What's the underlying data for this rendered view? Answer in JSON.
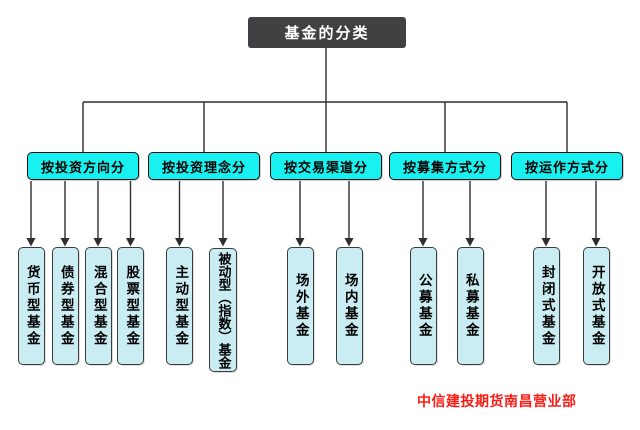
{
  "root": {
    "label": "基金的分类"
  },
  "branches": [
    {
      "label": "按投资方向分",
      "children": [
        {
          "label": "货币型基金"
        },
        {
          "label": "债券型基金"
        },
        {
          "label": "混合型基金"
        },
        {
          "label": "股票型基金"
        }
      ]
    },
    {
      "label": "按投资理念分",
      "children": [
        {
          "label": "主动型基金"
        },
        {
          "label": "被动型（指数）基金"
        }
      ]
    },
    {
      "label": "按交易渠道分",
      "children": [
        {
          "label": "场外基金"
        },
        {
          "label": "场内基金"
        }
      ]
    },
    {
      "label": "按募集方式分",
      "children": [
        {
          "label": "公募基金"
        },
        {
          "label": "私募基金"
        }
      ]
    },
    {
      "label": "按运作方式分",
      "children": [
        {
          "label": "封闭式基金"
        },
        {
          "label": "开放式基金"
        }
      ]
    }
  ],
  "footer": {
    "watermark": "中信建投期货南昌营业部"
  },
  "colors": {
    "root_bg": "#414143",
    "branch_bg": "#19f0f0",
    "leaf_bg": "#c9edf2",
    "line": "#2e2e2e",
    "footer_color": "#fb1d15"
  }
}
